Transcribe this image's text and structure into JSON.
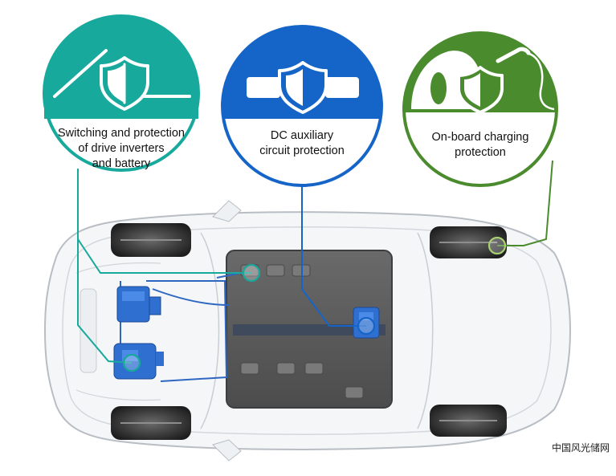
{
  "callouts": [
    {
      "label_lines": [
        "Switching and protection",
        "of drive inverters",
        "and battery"
      ],
      "color": "#17a99c",
      "icon": "switch-shield-icon"
    },
    {
      "label_lines": [
        "DC auxiliary",
        "circuit protection"
      ],
      "color": "#1565c8",
      "icon": "fuse-shield-icon"
    },
    {
      "label_lines": [
        "On-board charging",
        "protection"
      ],
      "color": "#4a8b2e",
      "icon": "charger-shield-icon"
    }
  ],
  "watermark": "中国风光储网",
  "colors": {
    "teal": "#17a99c",
    "blue": "#1565c8",
    "green": "#4a8b2e",
    "battery": "#5a5a5a",
    "components": "#2f6fcf"
  }
}
